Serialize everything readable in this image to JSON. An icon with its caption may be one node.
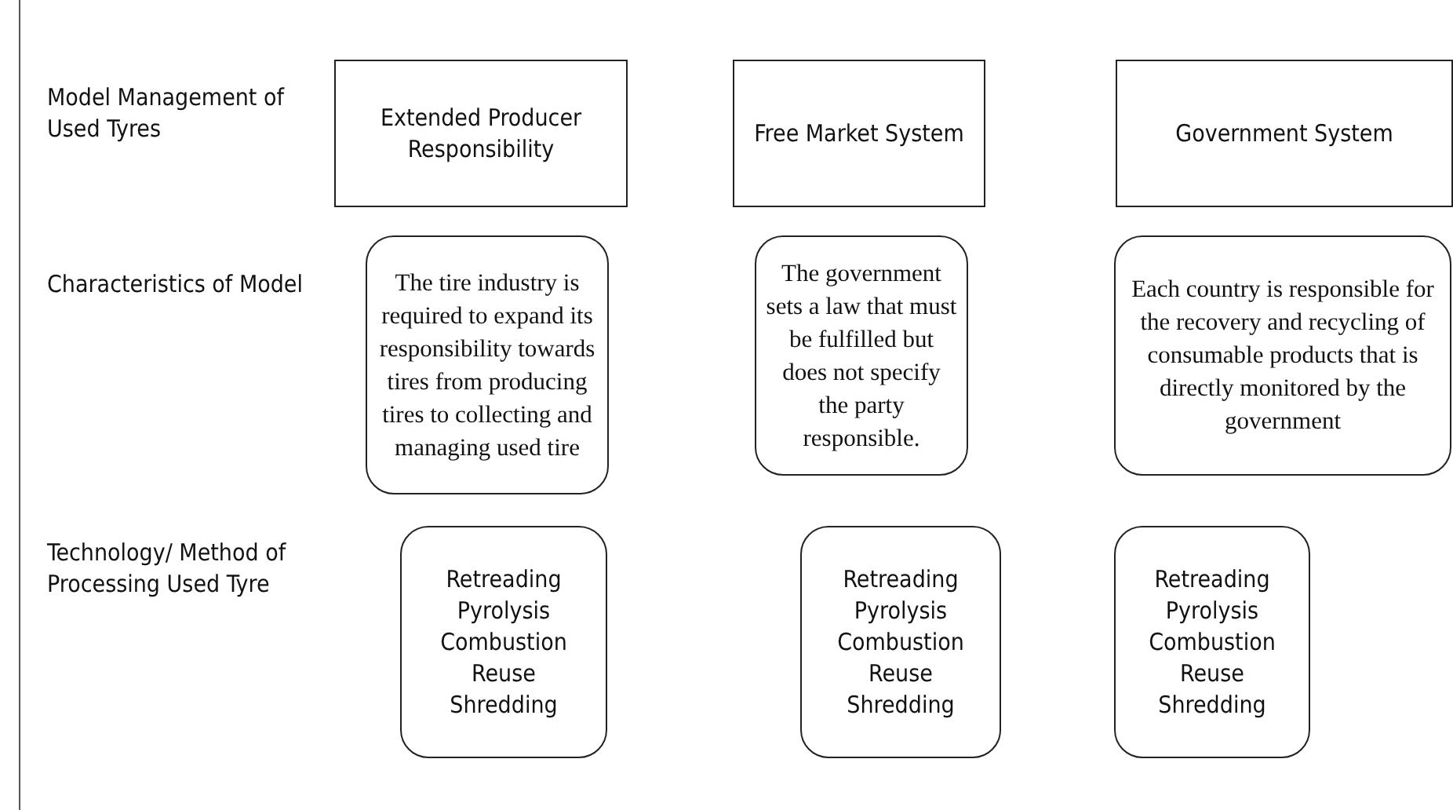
{
  "diagram": {
    "nodes": [
      {
        "text": [
          "Extended Producer Responsibility"
        ]
      },
      {
        "text": [
          "Free Market System"
        ]
      },
      {
        "text": [
          "Government System"
        ]
      },
      {
        "text": [
          "The tire industry is required to expand its responsibility towards tires from producing tires to collecting and managing used tire"
        ]
      },
      {
        "text": [
          "The government sets a law that must be fulfilled but does not specify the party responsible."
        ]
      },
      {
        "text": [
          "Each country is responsible for the recovery and recycling of consumable products that is directly monitored by the government"
        ]
      },
      {
        "text": [
          "Retreading",
          "Pyrolysis",
          "Combustion",
          "Reuse",
          "Shredding"
        ]
      },
      {
        "text": [
          "Retreading",
          "Pyrolysis",
          "Combustion",
          "Reuse",
          "Shredding"
        ]
      },
      {
        "text": [
          "Retreading",
          "Pyrolysis",
          "Combustion",
          "Reuse",
          "Shredding"
        ]
      }
    ],
    "labels": [
      "Model Management of Used Tyres",
      "Characteristics of Model",
      "Technology/ Method of Processing Used Tyre"
    ]
  }
}
